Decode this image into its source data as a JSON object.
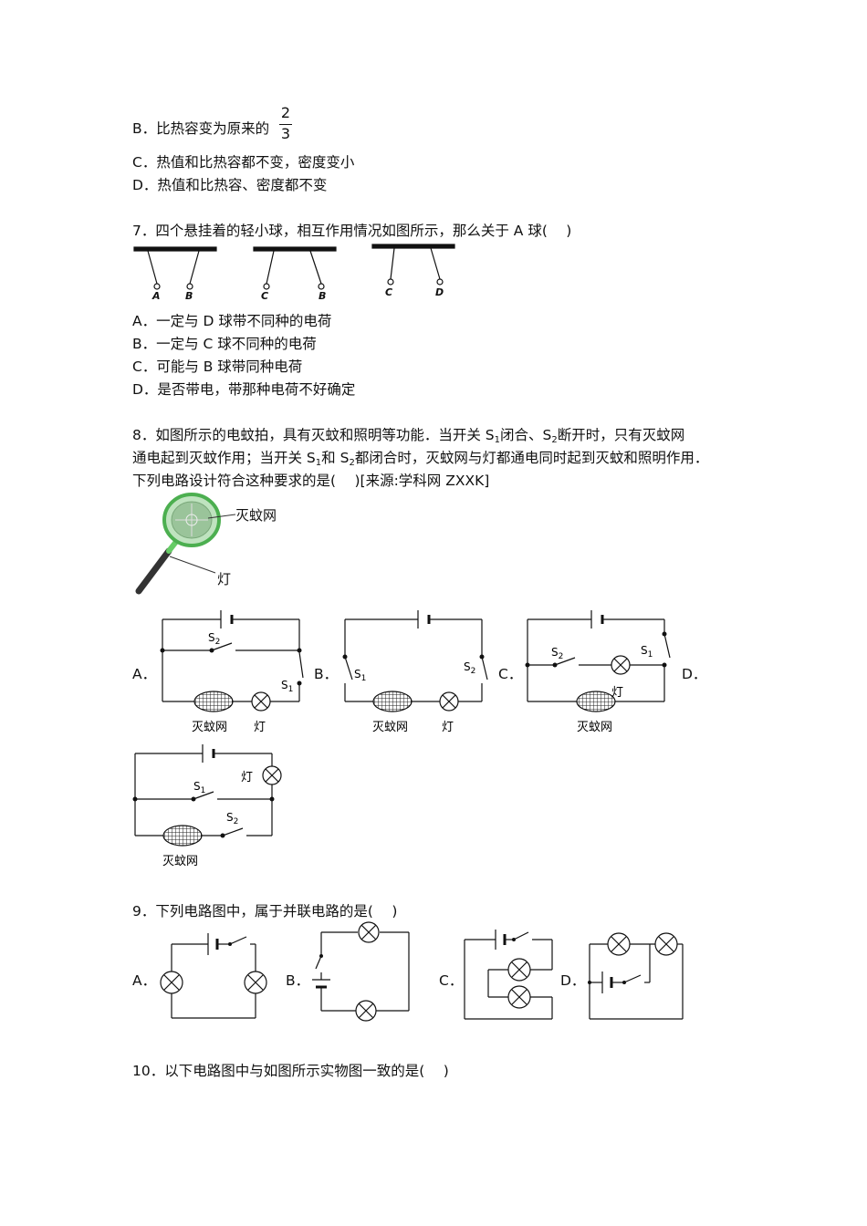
{
  "q6": {
    "optB": "B．比热容变为原来的",
    "fracNum": "2",
    "fracDen": "3",
    "optC": "C．热值和比热容都不变，密度变小",
    "optD": "D．热值和比热容、密度都不变"
  },
  "q7": {
    "stem": "7．四个悬挂着的轻小球，相互作用情况如图所示，那么关于 A 球(　 )",
    "figLabels": [
      "A",
      "B",
      "C",
      "B",
      "C",
      "D"
    ],
    "optA": "A．一定与 D 球带不同种的电荷",
    "optB": "B．一定与 C 球不同种的电荷",
    "optC": "C．可能与 B 球带同种电荷",
    "optD": "D．是否带电，带那种电荷不好确定"
  },
  "q8": {
    "line1_a": "8．如图所示的电蚊拍，具有灭蚊和照明等功能．当开关 S",
    "line1_sub1": "1",
    "line1_b": "闭合、S",
    "line1_sub2": "2",
    "line1_c": "断开时，只有灭蚊网",
    "line2_a": "通电起到灭蚊作用；当开关 S",
    "line2_sub1": "1",
    "line2_b": "和 S",
    "line2_sub2": "2",
    "line2_c": "都闭合时，灭蚊网与灯都通电同时起到灭蚊和照明作用．",
    "line3": "下列电路设计符合这种要求的是(　 )[来源:学科网 ZXXK]",
    "netLabel": "灭蚊网",
    "lampLabel": "灯",
    "optA": "A．",
    "optB": "B．",
    "optC": "C．",
    "optD": "D．",
    "s1": "S",
    "s2": "S",
    "one": "1",
    "two": "2"
  },
  "q9": {
    "stem": "9．下列电路图中，属于并联电路的是(　 )",
    "optA": "A．",
    "optB": "B．",
    "optC": "C．",
    "optD": "D．"
  },
  "q10": {
    "stem": "10．以下电路图中与如图所示实物图一致的是(　 )"
  }
}
